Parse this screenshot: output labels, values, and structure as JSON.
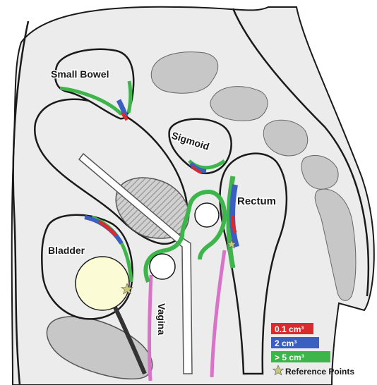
{
  "labels": {
    "small_bowel": "Small Bowel",
    "sigmoid": "Sigmoid",
    "rectum": "Rectum",
    "bladder": "Bladder",
    "vagina": "Vagina"
  },
  "legend": {
    "items": [
      {
        "label": "0.1 cm³",
        "color": "#d92b2b"
      },
      {
        "label": "2 cm³",
        "color": "#3b5fc0"
      },
      {
        "label": "> 5 cm³",
        "color": "#3db54a"
      }
    ],
    "reference_label": "Reference Points",
    "reference_icon": "star-icon",
    "reference_color": "#c9c77a"
  },
  "colors": {
    "body_fill": "#ececec",
    "bone_fill": "#c7c7c7",
    "applicator_green": "#3db54a",
    "vagina_pink": "#d873c8",
    "ovoid_fill": "#fbfbd6"
  }
}
